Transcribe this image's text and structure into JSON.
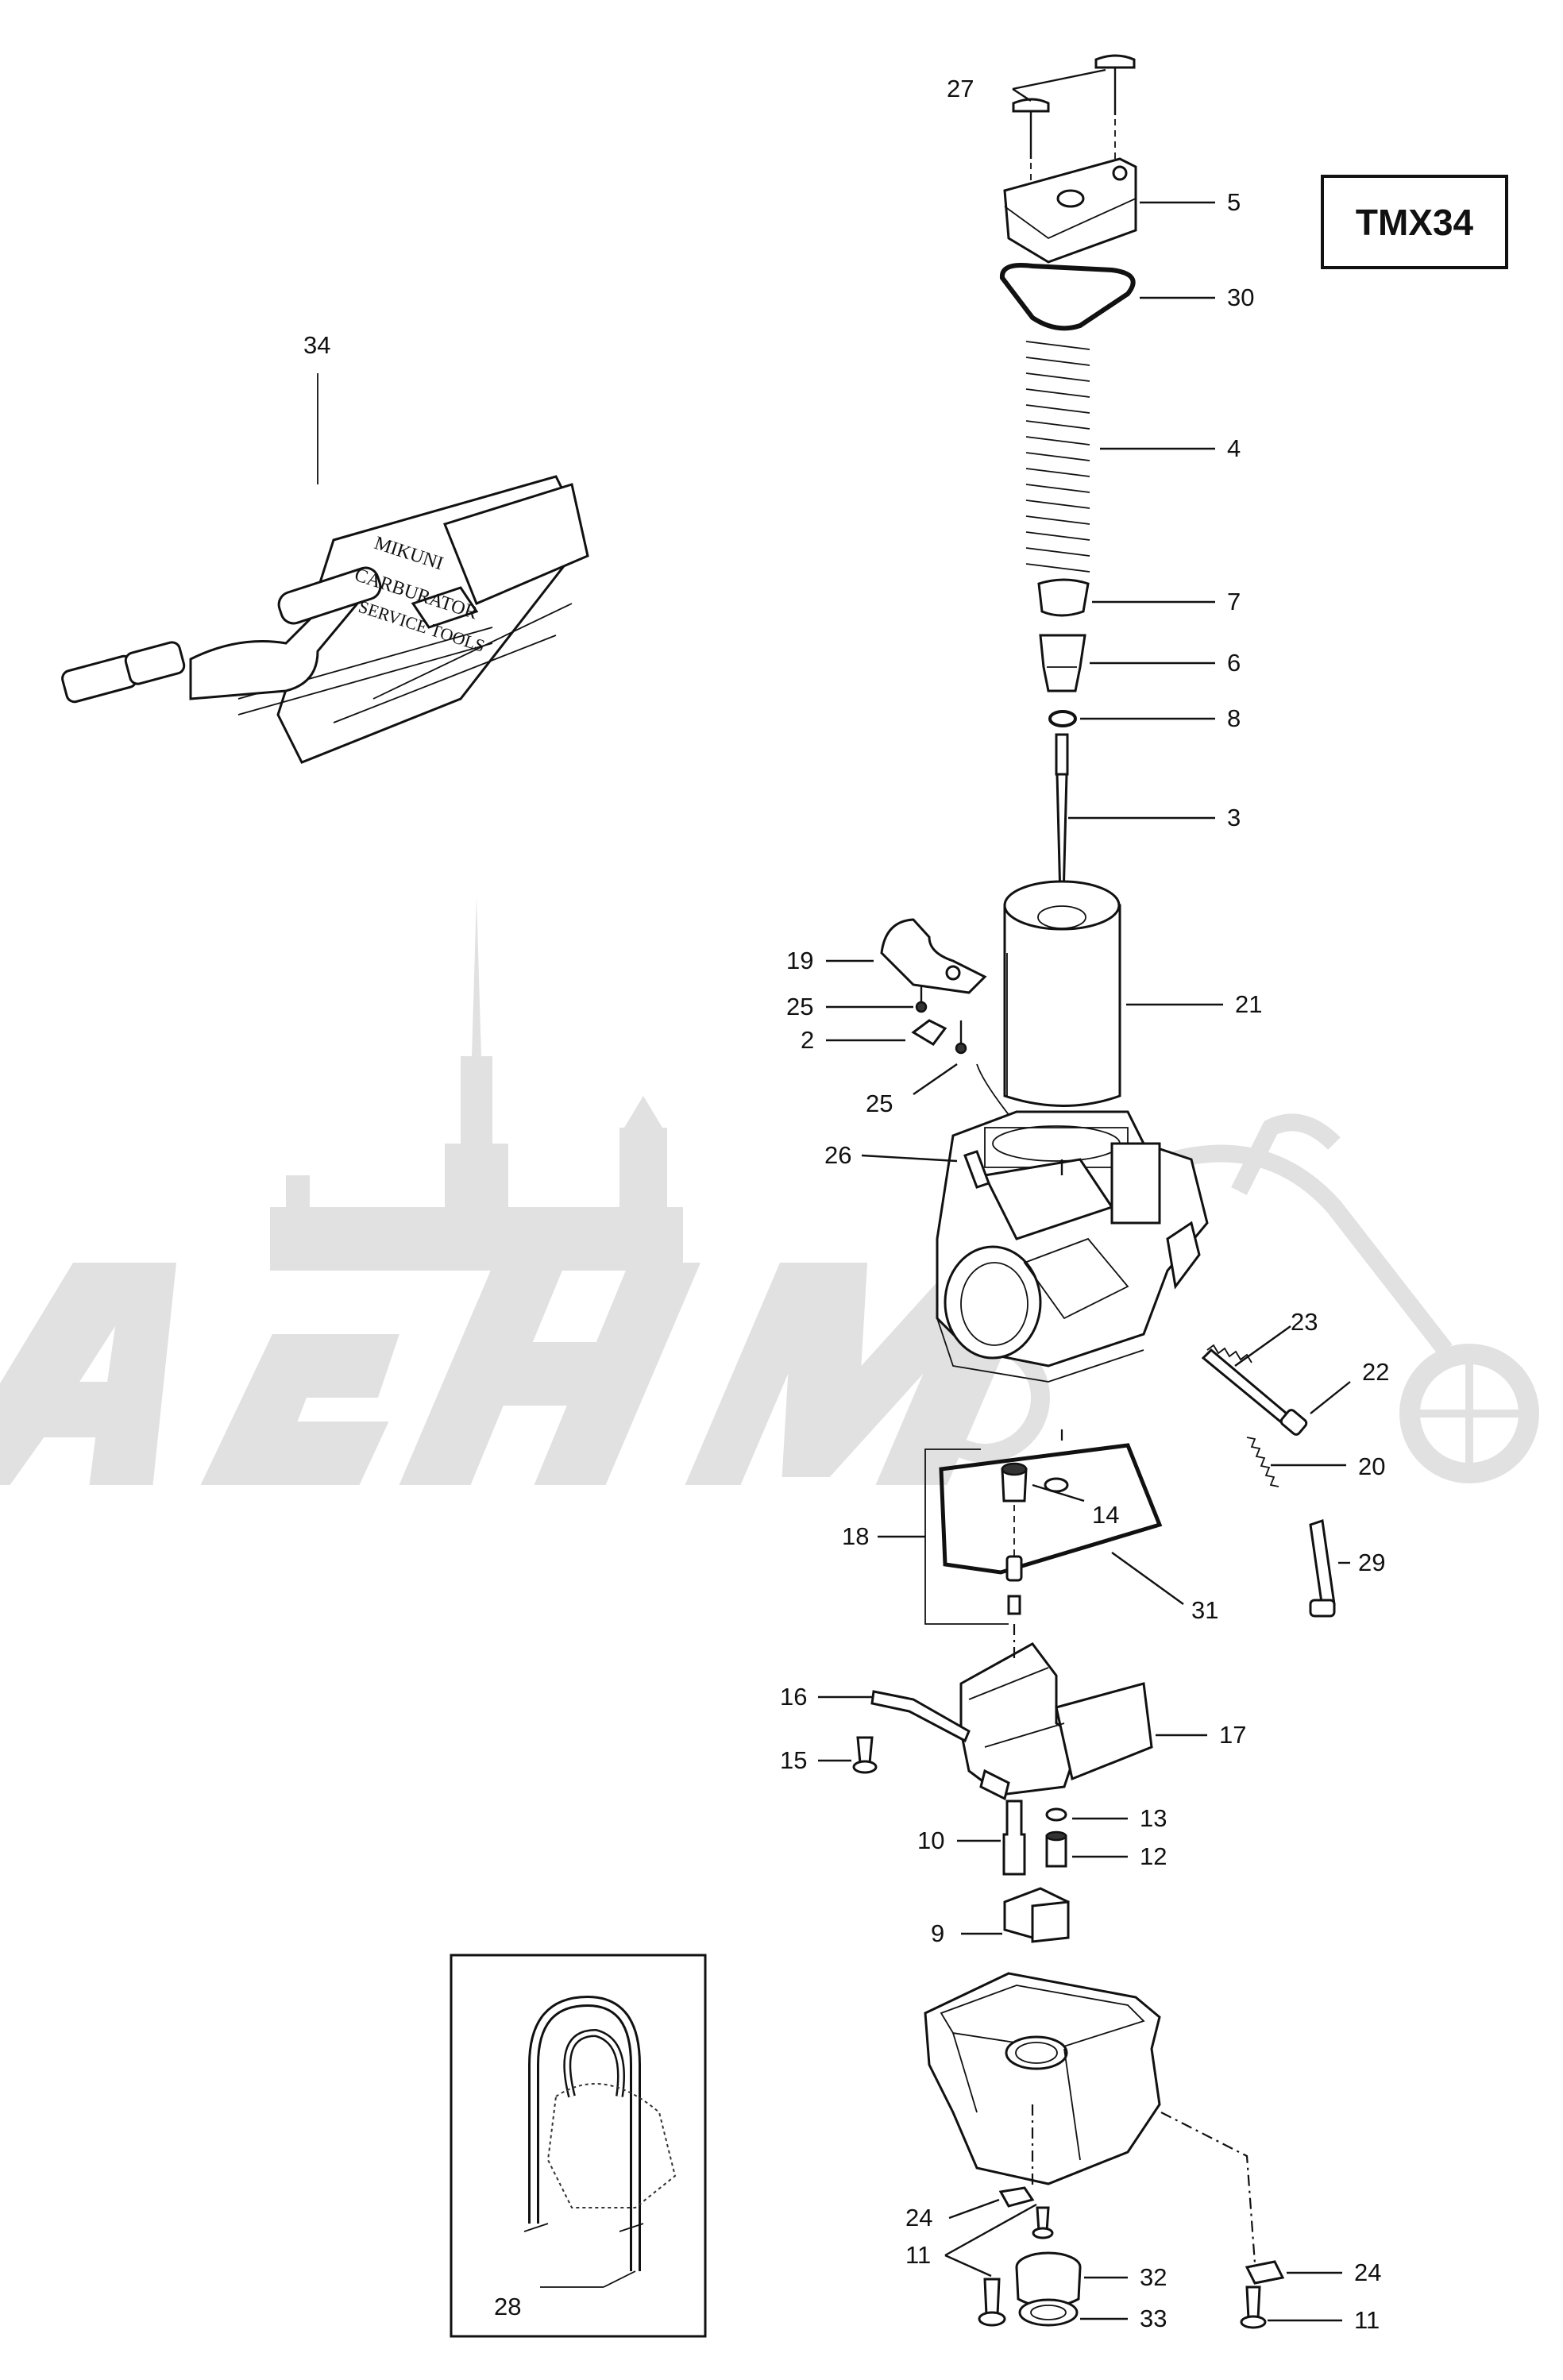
{
  "diagram": {
    "model_label": "TMX34",
    "tool_kit_text": [
      "MIKUNI",
      "CARBURATOR",
      "SERVICE TOOLS"
    ],
    "watermark_text": "AemMoto",
    "callouts": [
      {
        "id": "27",
        "label": "27"
      },
      {
        "id": "5",
        "label": "5"
      },
      {
        "id": "30",
        "label": "30"
      },
      {
        "id": "34",
        "label": "34"
      },
      {
        "id": "4",
        "label": "4"
      },
      {
        "id": "7",
        "label": "7"
      },
      {
        "id": "6",
        "label": "6"
      },
      {
        "id": "8",
        "label": "8"
      },
      {
        "id": "3",
        "label": "3"
      },
      {
        "id": "19",
        "label": "19"
      },
      {
        "id": "21",
        "label": "21"
      },
      {
        "id": "25a",
        "label": "25"
      },
      {
        "id": "2",
        "label": "2"
      },
      {
        "id": "25b",
        "label": "25"
      },
      {
        "id": "26",
        "label": "26"
      },
      {
        "id": "23",
        "label": "23"
      },
      {
        "id": "22",
        "label": "22"
      },
      {
        "id": "20",
        "label": "20"
      },
      {
        "id": "14",
        "label": "14"
      },
      {
        "id": "18",
        "label": "18"
      },
      {
        "id": "29",
        "label": "29"
      },
      {
        "id": "31",
        "label": "31"
      },
      {
        "id": "16",
        "label": "16"
      },
      {
        "id": "17",
        "label": "17"
      },
      {
        "id": "15",
        "label": "15"
      },
      {
        "id": "13",
        "label": "13"
      },
      {
        "id": "10",
        "label": "10"
      },
      {
        "id": "12",
        "label": "12"
      },
      {
        "id": "9",
        "label": "9"
      },
      {
        "id": "24a",
        "label": "24"
      },
      {
        "id": "11a",
        "label": "11"
      },
      {
        "id": "32",
        "label": "32"
      },
      {
        "id": "24b",
        "label": "24"
      },
      {
        "id": "33",
        "label": "33"
      },
      {
        "id": "11b",
        "label": "11"
      },
      {
        "id": "28",
        "label": "28"
      }
    ]
  }
}
